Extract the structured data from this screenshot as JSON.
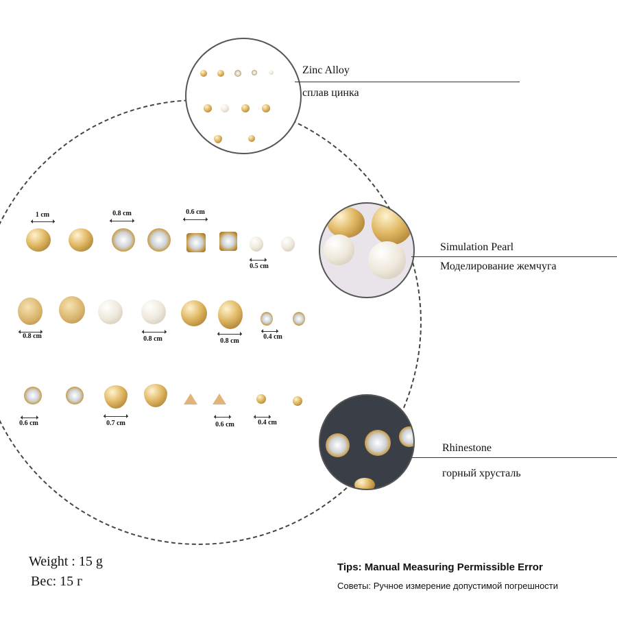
{
  "materials": [
    {
      "en": "Zinc Alloy",
      "ru": "сплав цинка"
    },
    {
      "en": "Simulation Pearl",
      "ru": "Моделирование жемчуга"
    },
    {
      "en": "Rhinestone",
      "ru": "горный хрусталь"
    }
  ],
  "measurements": [
    "1 cm",
    "0.8 cm",
    "0.6 cm",
    "0.5 cm",
    "0.8 cm",
    "0.8 cm",
    "0.8 cm",
    "0.4 cm",
    "0.6 cm",
    "0.7 cm",
    "0.6 cm",
    "0.4 cm"
  ],
  "weight": {
    "en": "Weight : 15 g",
    "ru": "Вес: 15 г"
  },
  "tips": {
    "en": "Tips: Manual Measuring Permissible Error",
    "ru": "Советы: Ручное измерение допустимой погрешности"
  }
}
